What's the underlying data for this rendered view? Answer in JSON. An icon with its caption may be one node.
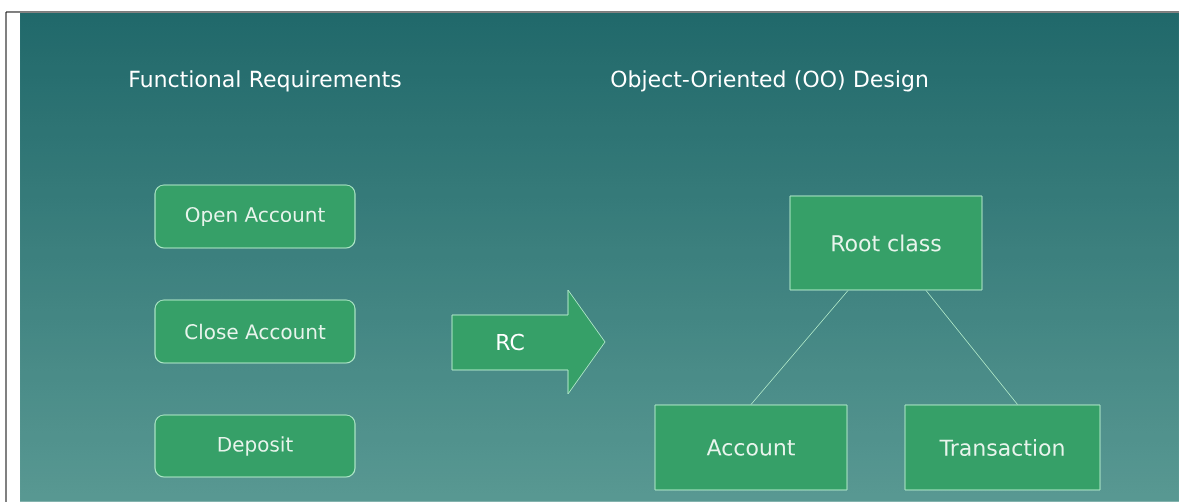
{
  "diagram": {
    "nodes": [
      {
        "text": [
          "Open Account"
        ]
      },
      {
        "text": [
          "Close Account"
        ]
      },
      {
        "text": [
          "Deposit"
        ]
      },
      {
        "text": [
          "RC"
        ]
      },
      {
        "text": [
          "Root class"
        ]
      },
      {
        "text": [
          "Account"
        ]
      },
      {
        "text": [
          "Transaction"
        ]
      }
    ],
    "edges": [
      {
        "from": 4,
        "to": 5,
        "arrow": "none"
      },
      {
        "from": 4,
        "to": 6,
        "arrow": "none"
      }
    ],
    "labels": [
      "Functional Requirements",
      "Object-Oriented (OO) Design"
    ]
  }
}
